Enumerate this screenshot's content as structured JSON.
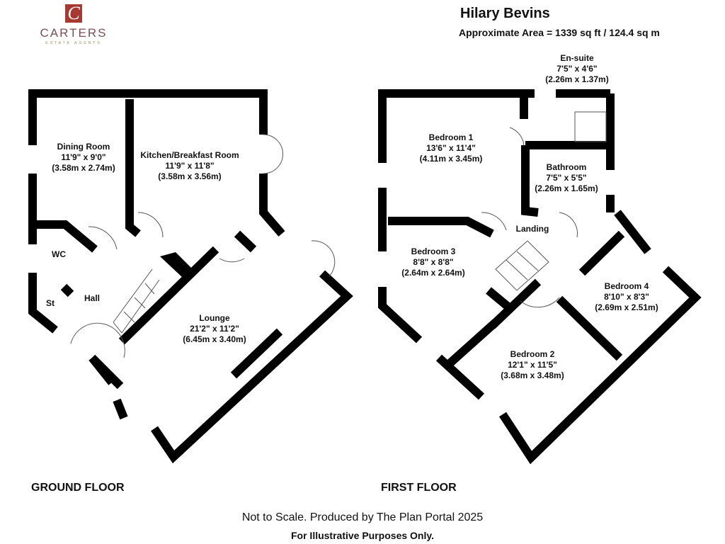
{
  "logo": {
    "mark": "C",
    "name": "CARTERS",
    "tagline": "ESTATE AGENTS",
    "color": "#a63a32"
  },
  "header": {
    "title": "Hilary Bevins",
    "area": "Approximate Area = 1339 sq ft / 124.4 sq m"
  },
  "ground_floor": {
    "label": "GROUND FLOOR",
    "rooms": [
      {
        "name": "Dining Room",
        "imperial": "11'9\" x 9'0\"",
        "metric": "(3.58m x 2.74m)"
      },
      {
        "name": "Kitchen/Breakfast Room",
        "imperial": "11'9\" x 11'8\"",
        "metric": "(3.58m x 3.56m)"
      },
      {
        "name": "WC"
      },
      {
        "name": "St"
      },
      {
        "name": "Hall"
      },
      {
        "name": "Lounge",
        "imperial": "21'2\" x 11'2\"",
        "metric": "(6.45m x 3.40m)"
      }
    ]
  },
  "first_floor": {
    "label": "FIRST FLOOR",
    "rooms": [
      {
        "name": "En-suite",
        "imperial": "7'5\" x 4'6\"",
        "metric": "(2.26m x 1.37m)"
      },
      {
        "name": "Bedroom 1",
        "imperial": "13'6\" x 11'4\"",
        "metric": "(4.11m x 3.45m)"
      },
      {
        "name": "Bathroom",
        "imperial": "7'5\" x 5'5\"",
        "metric": "(2.26m x 1.65m)"
      },
      {
        "name": "Landing"
      },
      {
        "name": "Bedroom 3",
        "imperial": "8'8\" x 8'8\"",
        "metric": "(2.64m x 2.64m)"
      },
      {
        "name": "Bedroom 4",
        "imperial": "8'10\" x 8'3\"",
        "metric": "(2.69m x 2.51m)"
      },
      {
        "name": "Bedroom 2",
        "imperial": "12'1\" x 11'5\"",
        "metric": "(3.68m x 3.48m)"
      }
    ]
  },
  "footer": {
    "line1": "Not to Scale. Produced by The Plan Portal 2025",
    "line2": "For Illustrative Purposes Only."
  }
}
